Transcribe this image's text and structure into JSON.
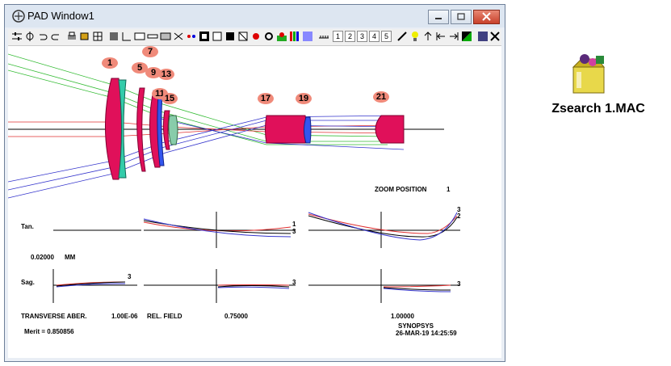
{
  "window": {
    "title": "PAD Window1"
  },
  "toolbar": {
    "zoom_buttons": [
      "1",
      "2",
      "3",
      "4",
      "5"
    ]
  },
  "lens_labels": [
    "1",
    "5",
    "7",
    "9",
    "13",
    "11",
    "15",
    "17",
    "19",
    "21"
  ],
  "plot": {
    "zoom_position_label": "ZOOM POSITION",
    "zoom_position_value": "1",
    "tan_label": "Tan.",
    "sag_label": "Sag.",
    "scale_value": "0.02000",
    "scale_unit": "MM",
    "curve_labels": {
      "one": "1",
      "two": "2",
      "three": "3"
    },
    "transverse_label": "TRANSVERSE ABER.",
    "wavelength_value": "1.00E-06",
    "rel_field_label": "REL. FIELD",
    "field_values": [
      "0.75000",
      "1.00000"
    ],
    "merit": "Merit = 0.850856",
    "program": "SYNOPSYS",
    "datetime": "26-MAR-19  14:25:59"
  },
  "desktop_icon": {
    "label": "Zsearch  1.MAC"
  },
  "colors": {
    "lens_fill": "#e0105a",
    "ray_blue": "#3333cc",
    "ray_red": "#e03030",
    "ray_green": "#33bb33",
    "title_bar": "#dde6f1",
    "close_button": "#c8412b"
  }
}
